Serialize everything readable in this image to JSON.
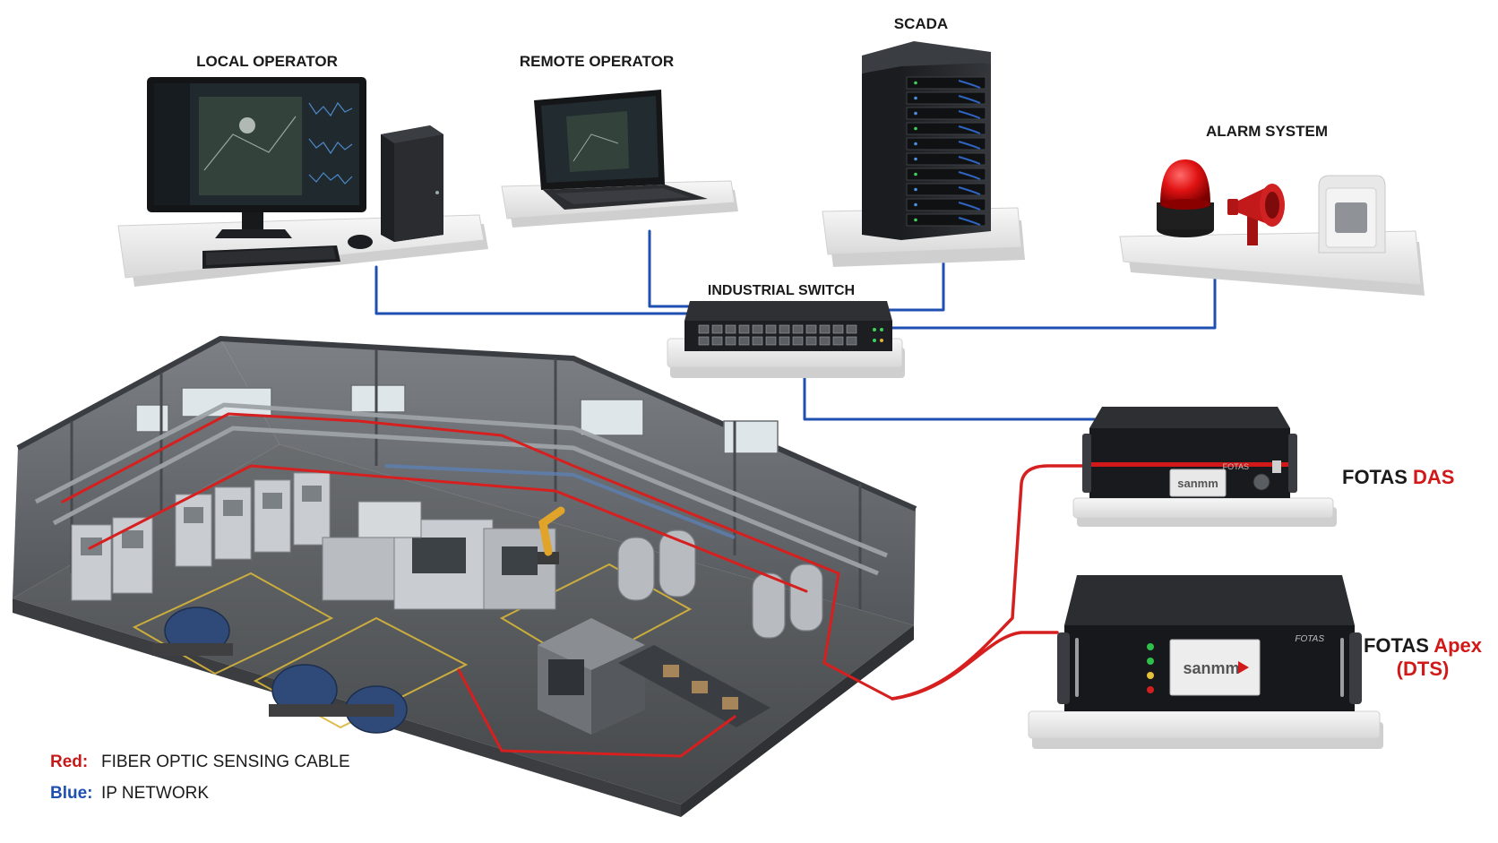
{
  "labels": {
    "local_operator": "LOCAL OPERATOR",
    "remote_operator": "REMOTE OPERATOR",
    "scada": "SCADA",
    "alarm_system": "ALARM SYSTEM",
    "industrial_switch": "INDUSTRIAL SWITCH"
  },
  "devices": {
    "das": {
      "prefix": "FOTAS ",
      "suffix": "DAS",
      "panel_text": "FOTAS",
      "logo_text": "sanmm"
    },
    "dts": {
      "prefix": "FOTAS ",
      "suffix": "Apex",
      "line2": "(DTS)",
      "panel_text": "FOTAS",
      "logo_text": "sanmm"
    }
  },
  "legend": {
    "red_key": "Red:",
    "red_value": "FIBER OPTIC SENSING CABLE",
    "blue_key": "Blue:",
    "blue_value": "IP NETWORK"
  },
  "colors": {
    "fiber": "#d61f1f",
    "network": "#1f4fb0",
    "legend_red": "#c61a1a",
    "legend_blue": "#1f4fb0",
    "accent_red": "#d11919",
    "building": "#55585c",
    "platform": "#eeeeee"
  },
  "icons": {
    "monitor": "monitor-icon",
    "server": "server-rack-icon",
    "beacon": "alarm-beacon-icon",
    "siren": "siren-horn-icon",
    "switch": "network-switch-icon"
  }
}
